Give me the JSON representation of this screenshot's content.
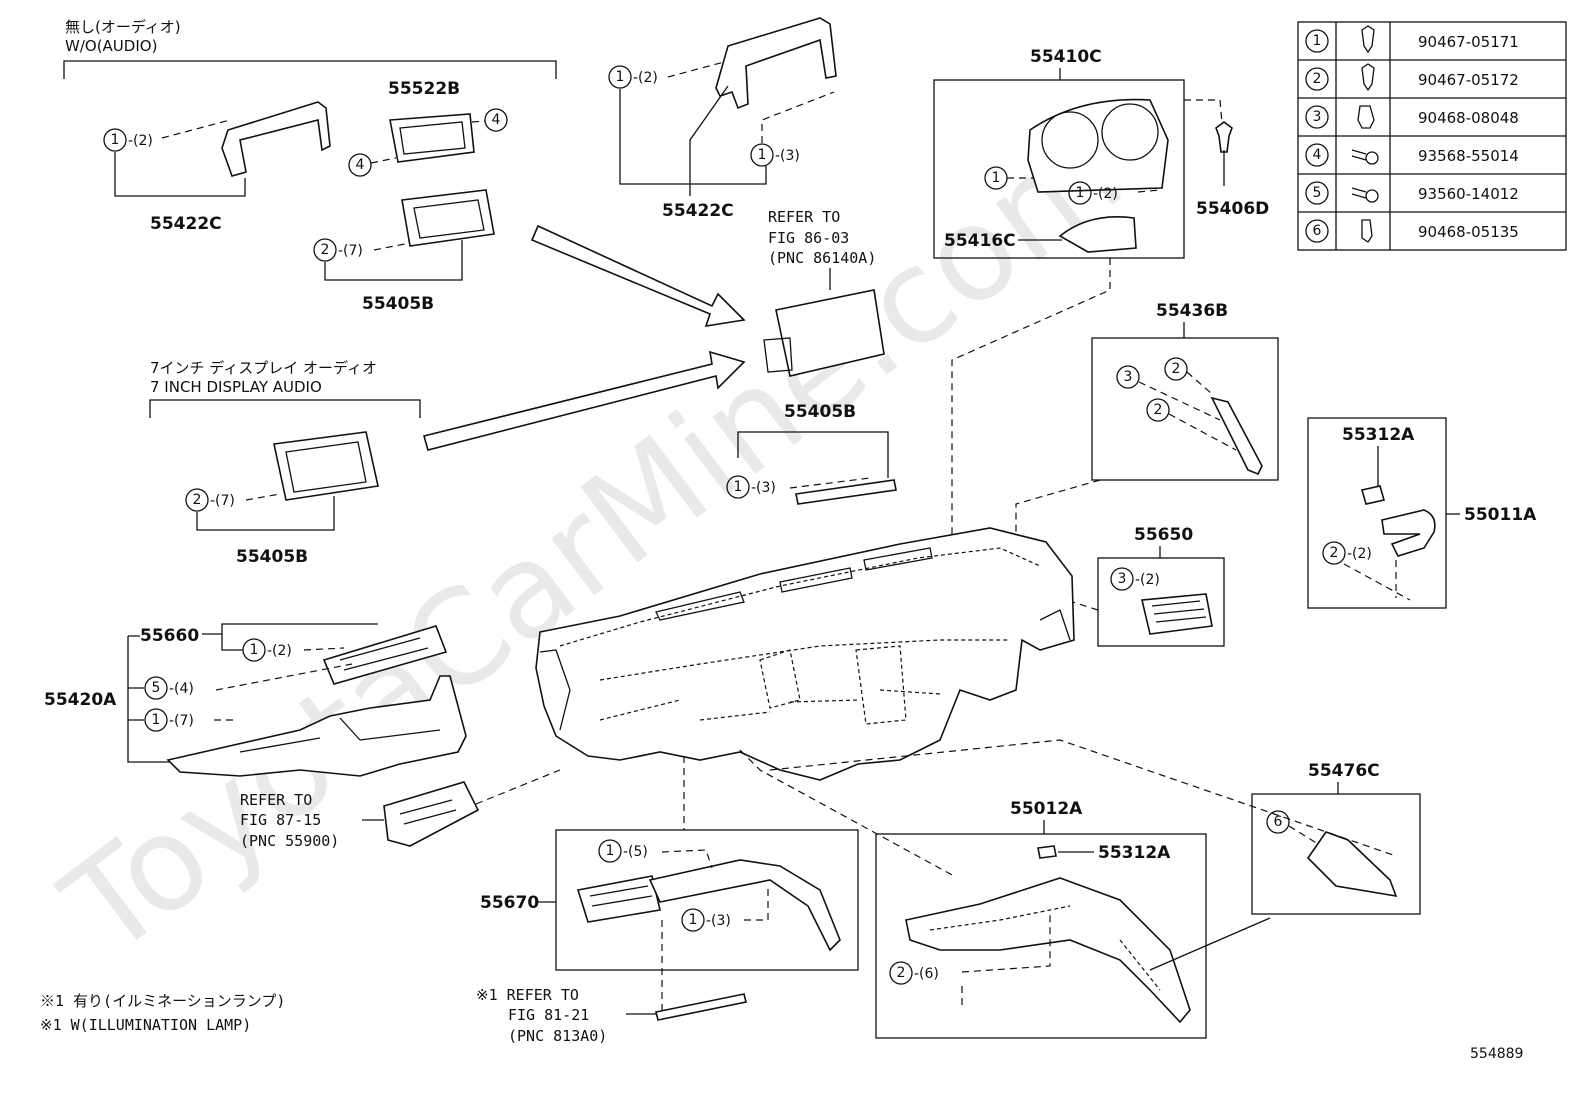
{
  "watermark": "ToyotaCarMine.com",
  "diagram_id": "554889",
  "table": [
    {
      "n": "1",
      "part": "90467-05171"
    },
    {
      "n": "2",
      "part": "90467-05172"
    },
    {
      "n": "3",
      "part": "90468-08048"
    },
    {
      "n": "4",
      "part": "93568-55014"
    },
    {
      "n": "5",
      "part": "93560-14012"
    },
    {
      "n": "6",
      "part": "90468-05135"
    }
  ],
  "groups": {
    "wo_audio_jp": "無し(オーディオ)",
    "wo_audio_en": "W/O(AUDIO)",
    "display_audio_jp": "7インチ ディスプレイ オーディオ",
    "display_audio_en": "7 INCH DISPLAY AUDIO"
  },
  "refs": {
    "r86_1": "REFER TO",
    "r86_2": "FIG 86-03",
    "r86_3": "(PNC 86140A)",
    "r87_1": "REFER TO",
    "r87_2": "FIG 87-15",
    "r87_3": "(PNC 55900)",
    "r81_1": "※1 REFER TO",
    "r81_2": "FIG 81-21",
    "r81_3": "(PNC 813A0)"
  },
  "notes": {
    "jp": "※1 有り(イルミネーションランプ)",
    "en": "※1 W(ILLUMINATION LAMP)"
  },
  "parts": {
    "p55422C_a": "55422C",
    "p55522B": "55522B",
    "p55405B_a": "55405B",
    "p55422C_b": "55422C",
    "p55410C": "55410C",
    "p55406D": "55406D",
    "p55416C": "55416C",
    "p55405B_b": "55405B",
    "p55405B_c": "55405B",
    "p55436B": "55436B",
    "p55312A_a": "55312A",
    "p55011A": "55011A",
    "p55650": "55650",
    "p55660": "55660",
    "p55420A": "55420A",
    "p55670": "55670",
    "p55012A": "55012A",
    "p55312A_b": "55312A",
    "p55476C": "55476C"
  },
  "callouts": {
    "c1": {
      "n": "1",
      "q": "-(2)"
    },
    "c2a": {
      "n": "4",
      "q": ""
    },
    "c2b": {
      "n": "4",
      "q": ""
    },
    "c3": {
      "n": "2",
      "q": "-(7)"
    },
    "c4": {
      "n": "1",
      "q": "-(2)"
    },
    "c5": {
      "n": "1",
      "q": "-(3)"
    },
    "c6": {
      "n": "1",
      "q": ""
    },
    "c7": {
      "n": "1",
      "q": "-(2)"
    },
    "c8": {
      "n": "1",
      "q": "-(3)"
    },
    "c9": {
      "n": "2",
      "q": "-(7)"
    },
    "c10": {
      "n": "3",
      "q": ""
    },
    "c11": {
      "n": "2",
      "q": ""
    },
    "c12": {
      "n": "2",
      "q": ""
    },
    "c13": {
      "n": "2",
      "q": "-(2)"
    },
    "c14": {
      "n": "3",
      "q": "-(2)"
    },
    "c15": {
      "n": "1",
      "q": "-(2)"
    },
    "c16": {
      "n": "5",
      "q": "-(4)"
    },
    "c17": {
      "n": "1",
      "q": "-(7)"
    },
    "c18": {
      "n": "1",
      "q": "-(5)"
    },
    "c19": {
      "n": "1",
      "q": "-(3)"
    },
    "c20": {
      "n": "2",
      "q": "-(6)"
    },
    "c21": {
      "n": "6",
      "q": ""
    }
  }
}
